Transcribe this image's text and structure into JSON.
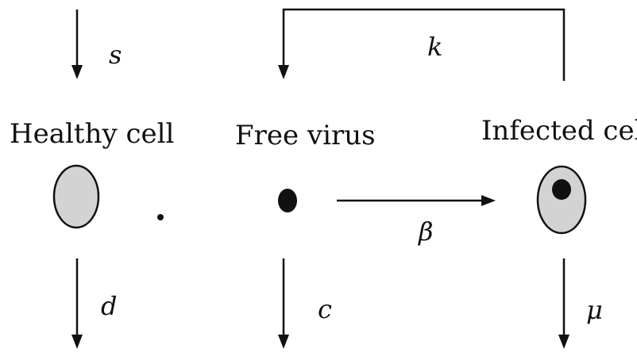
{
  "nodes": {
    "healthy": {
      "label": "Healthy cell"
    },
    "virus": {
      "label": "Free virus"
    },
    "infected": {
      "label": "Infected cell"
    }
  },
  "parameters": {
    "s": "s",
    "k": "k",
    "beta": "β",
    "d": "d",
    "c": "c",
    "mu": "μ"
  },
  "colors": {
    "cell_fill": "#d3d3d3",
    "stroke": "#111111",
    "background": "#ffffff"
  }
}
